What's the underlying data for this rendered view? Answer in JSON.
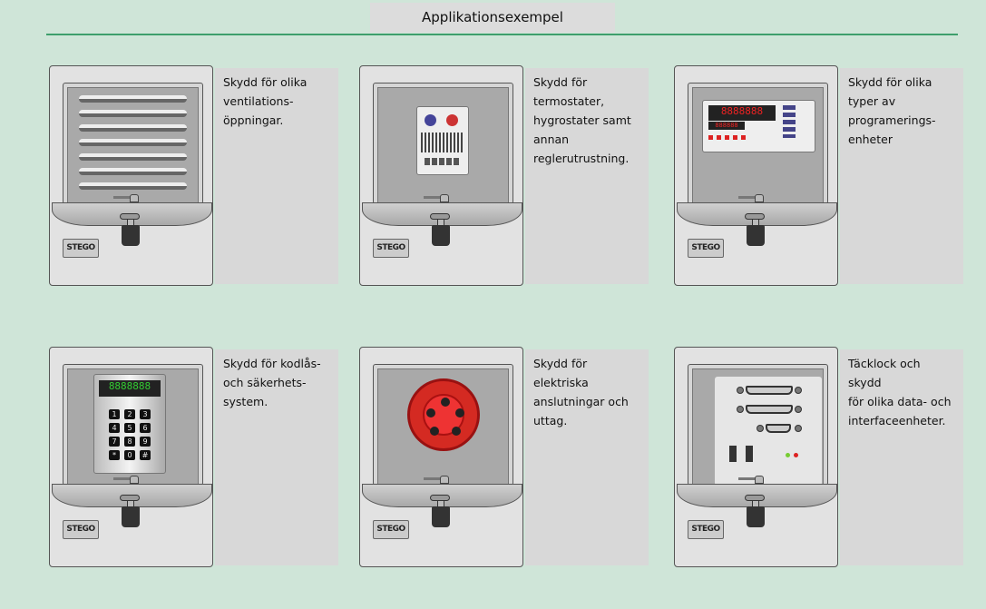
{
  "header": {
    "title": "Applikationsexempel"
  },
  "brand": {
    "logo_text": "STEGO"
  },
  "colors": {
    "background": "#cfe5d8",
    "rule": "#3e9f6c",
    "panel": "#d8d8d8"
  },
  "cards": [
    {
      "illustration": "ventilation-grille",
      "text": "Skydd för olika\nventilations-\nöppningar."
    },
    {
      "illustration": "thermostat",
      "text": "Skydd för\ntermostater,\nhygrostater samt\nannan\nreglerutrustning."
    },
    {
      "illustration": "programming-display",
      "text": "Skydd för olika\ntyper av\nprogramerings-\nenheter"
    },
    {
      "illustration": "code-keypad",
      "text": "Skydd för kodlås-\noch säkerhets-\nsystem."
    },
    {
      "illustration": "power-socket",
      "text": "Skydd för elektriska\nanslutningar och\nuttag."
    },
    {
      "illustration": "data-connectors",
      "text": "Täcklock och skydd\nför olika data- och\ninterfaceenheter."
    }
  ]
}
